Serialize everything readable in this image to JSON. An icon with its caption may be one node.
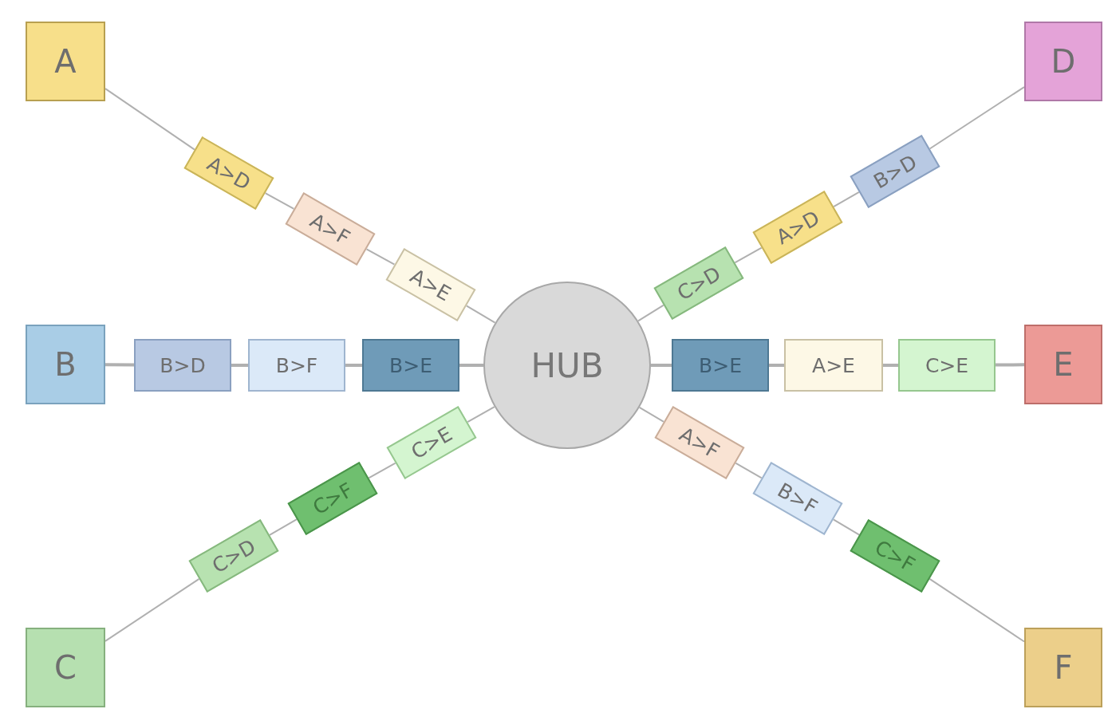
{
  "diagram": {
    "nodes": [
      {
        "text": [
          "A"
        ]
      },
      {
        "text": [
          "D"
        ]
      },
      {
        "text": [
          "A>D"
        ]
      },
      {
        "text": [
          "A>F"
        ]
      },
      {
        "text": [
          "A>E"
        ]
      },
      {
        "text": [
          "C>D"
        ]
      },
      {
        "text": [
          "A>D"
        ]
      },
      {
        "text": [
          "B>D"
        ]
      },
      {
        "text": [
          "B"
        ]
      },
      {
        "text": [
          "B>D"
        ]
      },
      {
        "text": [
          "B>F"
        ]
      },
      {
        "text": [
          "B>E"
        ]
      },
      {
        "text": [
          "HUB"
        ]
      },
      {
        "text": [
          "B>E"
        ]
      },
      {
        "text": [
          "A>E"
        ]
      },
      {
        "text": [
          "C>E"
        ]
      },
      {
        "text": [
          "E"
        ]
      },
      {
        "text": [
          "C>E"
        ]
      },
      {
        "text": [
          "C>F"
        ]
      },
      {
        "text": [
          "A>F"
        ]
      },
      {
        "text": [
          "B>F"
        ]
      },
      {
        "text": [
          "C>D"
        ]
      },
      {
        "text": [
          "C>F"
        ]
      },
      {
        "text": [
          "C"
        ]
      },
      {
        "text": [
          "F"
        ]
      }
    ],
    "edges": [
      {
        "from": 0,
        "to": 2,
        "arrow": "none"
      },
      {
        "from": 2,
        "to": 3,
        "arrow": "none"
      },
      {
        "from": 3,
        "to": 4,
        "arrow": "none"
      },
      {
        "from": 4,
        "to": 12,
        "arrow": "none"
      },
      {
        "from": 1,
        "to": 7,
        "arrow": "none"
      },
      {
        "from": 7,
        "to": 6,
        "arrow": "none"
      },
      {
        "from": 6,
        "to": 5,
        "arrow": "none"
      },
      {
        "from": 5,
        "to": 12,
        "arrow": "none"
      },
      {
        "from": 8,
        "to": 9,
        "arrow": "none"
      },
      {
        "from": 9,
        "to": 10,
        "arrow": "none"
      },
      {
        "from": 10,
        "to": 11,
        "arrow": "none"
      },
      {
        "from": 11,
        "to": 12,
        "arrow": "none"
      },
      {
        "from": 12,
        "to": 13,
        "arrow": "none"
      },
      {
        "from": 13,
        "to": 14,
        "arrow": "none"
      },
      {
        "from": 14,
        "to": 15,
        "arrow": "none"
      },
      {
        "from": 15,
        "to": 16,
        "arrow": "none"
      },
      {
        "from": 23,
        "to": 21,
        "arrow": "none"
      },
      {
        "from": 21,
        "to": 18,
        "arrow": "none"
      },
      {
        "from": 18,
        "to": 17,
        "arrow": "none"
      },
      {
        "from": 17,
        "to": 12,
        "arrow": "none"
      },
      {
        "from": 12,
        "to": 19,
        "arrow": "none"
      },
      {
        "from": 19,
        "to": 20,
        "arrow": "none"
      },
      {
        "from": 20,
        "to": 22,
        "arrow": "none"
      },
      {
        "from": 22,
        "to": 24,
        "arrow": "none"
      }
    ]
  }
}
